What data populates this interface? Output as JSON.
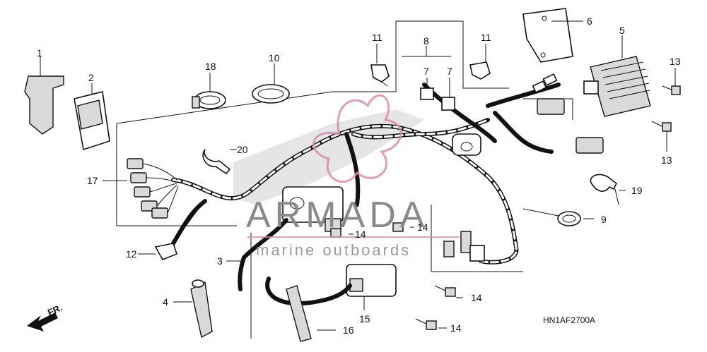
{
  "diagram": {
    "callouts": {
      "c1": "1",
      "c2": "2",
      "c3": "3",
      "c4": "4",
      "c5": "5",
      "c6": "6",
      "c7a": "7",
      "c7b": "7",
      "c8": "8",
      "c9": "9",
      "c10": "10",
      "c11a": "11",
      "c11b": "11",
      "c12": "12",
      "c13a": "13",
      "c13b": "13",
      "c14a": "14",
      "c14b": "14",
      "c14c": "14",
      "c14d": "14",
      "c15": "15",
      "c16": "16",
      "c17": "17",
      "c18": "18",
      "c19": "19",
      "c20": "20"
    },
    "diagram_code": "HN1AF2700A",
    "direction_label": "FR.",
    "watermark_brand": "ARMADA",
    "watermark_tagline": "marine outboards",
    "colors": {
      "line": "#111111",
      "watermark_text": "#8a8a8a",
      "watermark_logo": "#d98cb0"
    }
  }
}
